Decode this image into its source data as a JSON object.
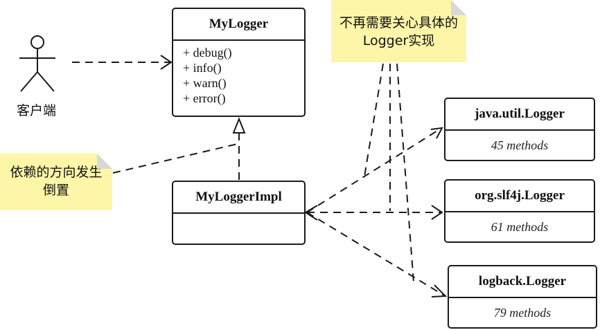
{
  "actor": {
    "label": "客户端"
  },
  "interface": {
    "name": "MyLogger",
    "methods": [
      "+ debug()",
      "+ info()",
      "+ warn()",
      "+ error()"
    ]
  },
  "impl": {
    "name": "MyLoggerImpl"
  },
  "loggers": [
    {
      "name": "java.util.Logger",
      "methods": "45 methods"
    },
    {
      "name": "org.slf4j.Logger",
      "methods": "61 methods"
    },
    {
      "name": "logback.Logger",
      "methods": "79 methods"
    }
  ],
  "notes": {
    "inversion": "依赖的方向发生倒置",
    "no_concern": "不再需要关心具体的Logger实现"
  },
  "colors": {
    "note_bg": "#fdf6a8",
    "line": "#1a1a1a"
  }
}
